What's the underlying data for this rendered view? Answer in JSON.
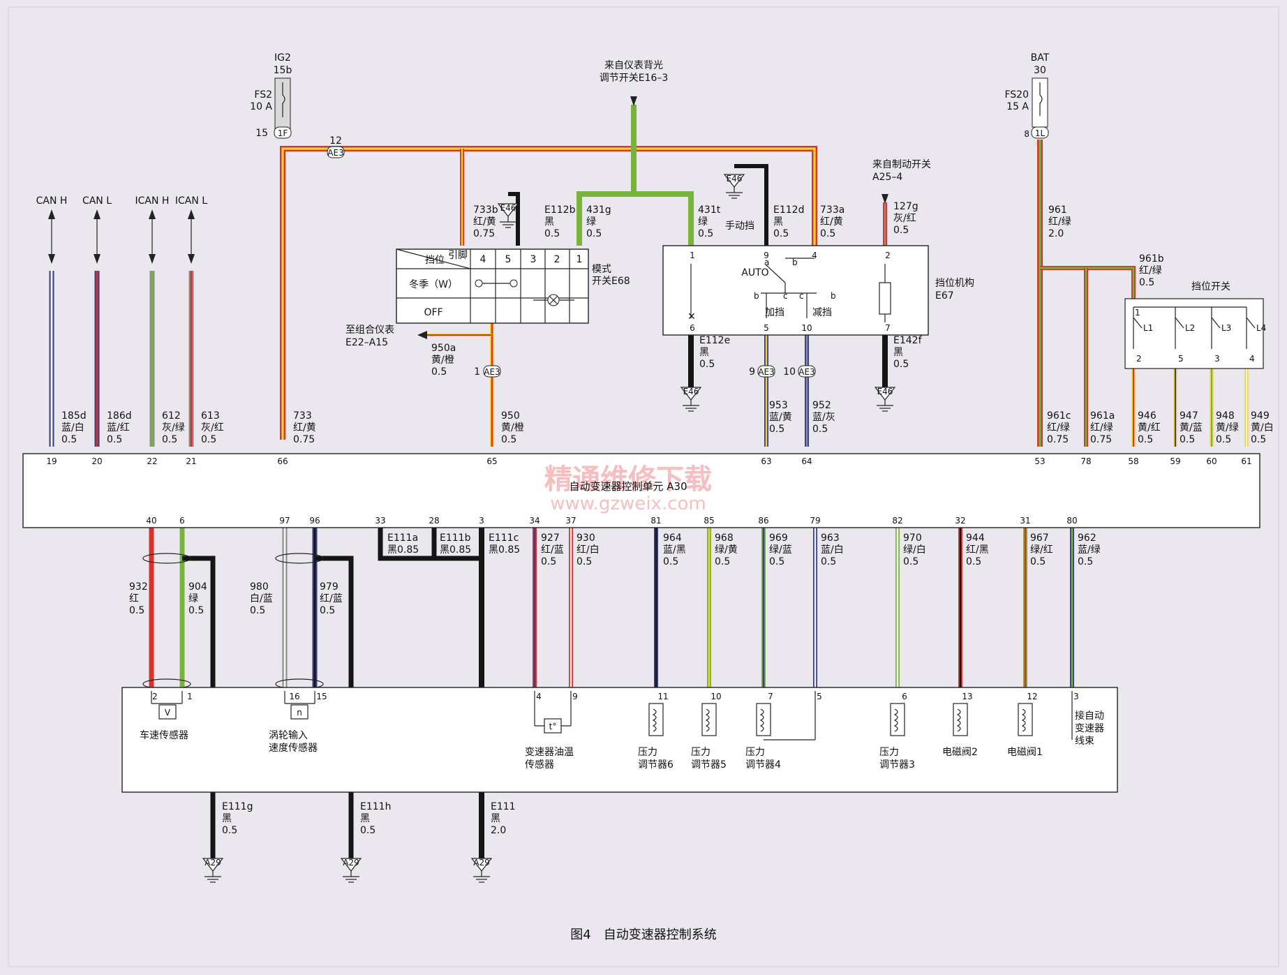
{
  "colors": {
    "background": "#ebe7ee",
    "red": "#d8322b",
    "yellow": "#f2d22e",
    "green": "#78b43c",
    "blue": "#3a3f8a",
    "black": "#151515",
    "gray": "#8c8c8c",
    "white": "#f7f7f7",
    "box_fill": "#ffffff"
  },
  "caption": "图4　自动变速器控制系统",
  "watermark": {
    "line1": "精通维修下载",
    "line2": "www.gzweix.com"
  },
  "ecu": {
    "label": "自动变速器控制单元 A30",
    "top_pins": [
      "19",
      "20",
      "22",
      "21",
      "66",
      "65",
      "63",
      "64",
      "53",
      "78",
      "58",
      "59",
      "60",
      "61"
    ],
    "bottom_pins": [
      "40",
      "6",
      "97",
      "96",
      "33",
      "28",
      "3",
      "34",
      "37",
      "81",
      "85",
      "86",
      "79",
      "82",
      "32",
      "31",
      "80"
    ]
  },
  "can": {
    "labels": [
      "CAN H",
      "CAN L",
      "ICAN H",
      "ICAN L"
    ],
    "wires": [
      {
        "num": "185d",
        "color": "蓝/白",
        "size": "0.5"
      },
      {
        "num": "186d",
        "color": "蓝/红",
        "size": "0.5"
      },
      {
        "num": "612",
        "color": "灰/绿",
        "size": "0.5"
      },
      {
        "num": "613",
        "color": "灰/红",
        "size": "0.5"
      }
    ]
  },
  "fuses": {
    "fs2": {
      "src": "IG2",
      "src_pin": "15b",
      "name": "FS2",
      "rating": "10 A",
      "pin": "15",
      "tag": "1F"
    },
    "fs20": {
      "src": "BAT",
      "src_pin": "30",
      "name": "FS20",
      "rating": "15 A",
      "pin": "8",
      "tag": "1L"
    }
  },
  "connectors": {
    "ae3": "AE3",
    "ae3_pins": [
      "12",
      "1",
      "9",
      "10"
    ]
  },
  "mode_switch": {
    "name": "模式\n开关E68",
    "header_pin": "引脚",
    "header_pos": "挡位",
    "pins": [
      "4",
      "5",
      "3",
      "2",
      "1"
    ],
    "rows": [
      "冬季（W）",
      "OFF"
    ],
    "to_cluster": "至组合仪表\nE22–A15"
  },
  "backlight_source": "来自仪表背光\n调节开关E16–3",
  "brake_source": "来自制动开关\nA25–4",
  "selector": {
    "name": "挡位机构\nE67",
    "manual": "手动挡",
    "auto": "AUTO",
    "up": "加挡",
    "down": "减挡",
    "pins": [
      "1",
      "9",
      "4",
      "6",
      "5",
      "10",
      "2",
      "7"
    ],
    "contact_letters": [
      "a",
      "b",
      "c"
    ]
  },
  "gear_switch": {
    "name": "挡位开关",
    "switches": [
      "L1",
      "L2",
      "L3",
      "L4"
    ],
    "pins": [
      "1",
      "2",
      "5",
      "3",
      "4"
    ]
  },
  "grounds": {
    "e46": "E46",
    "a29": "A29"
  },
  "top_wires": [
    {
      "num": "733b",
      "color": "红/黄",
      "size": "0.75"
    },
    {
      "num": "E112b",
      "color": "黑",
      "size": "0.5"
    },
    {
      "num": "431g",
      "color": "绿",
      "size": "0.5"
    },
    {
      "num": "431t",
      "color": "绿",
      "size": "0.5"
    },
    {
      "num": "E112d",
      "color": "黑",
      "size": "0.5"
    },
    {
      "num": "733a",
      "color": "红/黄",
      "size": "0.5"
    },
    {
      "num": "127g",
      "color": "灰/红",
      "size": "0.5"
    },
    {
      "num": "961",
      "color": "红/绿",
      "size": "2.0"
    },
    {
      "num": "961b",
      "color": "红/绿",
      "size": "0.5"
    },
    {
      "num": "950a",
      "color": "黄/橙",
      "size": "0.5"
    },
    {
      "num": "E112e",
      "color": "黑",
      "size": "0.5"
    },
    {
      "num": "E142f",
      "color": "黑",
      "size": "0.5"
    },
    {
      "num": "733",
      "color": "红/黄",
      "size": "0.75"
    },
    {
      "num": "950",
      "color": "黄/橙",
      "size": "0.5"
    },
    {
      "num": "953",
      "color": "蓝/黄",
      "size": "0.5"
    },
    {
      "num": "952",
      "color": "蓝/灰",
      "size": "0.5"
    },
    {
      "num": "961c",
      "color": "红/绿",
      "size": "0.75"
    },
    {
      "num": "961a",
      "color": "红/绿",
      "size": "0.75"
    },
    {
      "num": "946",
      "color": "黄/红",
      "size": "0.5"
    },
    {
      "num": "947",
      "color": "黄/蓝",
      "size": "0.5"
    },
    {
      "num": "948",
      "color": "黄/绿",
      "size": "0.5"
    },
    {
      "num": "949",
      "color": "黄/白",
      "size": "0.5"
    }
  ],
  "bottom_wires": [
    {
      "num": "932",
      "color": "红",
      "size": "0.5"
    },
    {
      "num": "904",
      "color": "绿",
      "size": "0.5"
    },
    {
      "num": "980",
      "color": "白/蓝",
      "size": "0.5"
    },
    {
      "num": "979",
      "color": "红/蓝",
      "size": "0.5"
    },
    {
      "num": "E111a",
      "color": "黑",
      "size": "0.85"
    },
    {
      "num": "E111b",
      "color": "黑",
      "size": "0.85"
    },
    {
      "num": "E111c",
      "color": "黑",
      "size": "0.85"
    },
    {
      "num": "927",
      "color": "红/蓝",
      "size": "0.5"
    },
    {
      "num": "930",
      "color": "红/白",
      "size": "0.5"
    },
    {
      "num": "964",
      "color": "蓝/黑",
      "size": "0.5"
    },
    {
      "num": "968",
      "color": "绿/黄",
      "size": "0.5"
    },
    {
      "num": "969",
      "color": "绿/蓝",
      "size": "0.5"
    },
    {
      "num": "963",
      "color": "蓝/白",
      "size": "0.5"
    },
    {
      "num": "970",
      "color": "绿/白",
      "size": "0.5"
    },
    {
      "num": "944",
      "color": "红/黑",
      "size": "0.5"
    },
    {
      "num": "967",
      "color": "绿/红",
      "size": "0.5"
    },
    {
      "num": "962",
      "color": "蓝/绿",
      "size": "0.5"
    },
    {
      "num": "E111g",
      "color": "黑",
      "size": "0.5"
    },
    {
      "num": "E111h",
      "color": "黑",
      "size": "0.5"
    },
    {
      "num": "E111",
      "color": "黑",
      "size": "2.0"
    }
  ],
  "harness": {
    "label": "接自动\n变速器\n线束",
    "components": [
      {
        "name": "车速传感器",
        "pins": [
          "2",
          "1"
        ],
        "symbol": "V"
      },
      {
        "name": "涡轮输入\n速度传感器",
        "pins": [
          "16",
          "15"
        ],
        "symbol": "n"
      },
      {
        "name": "变速器油温\n传感器",
        "pins": [
          "4",
          "9"
        ],
        "symbol": "t°"
      },
      {
        "name": "压力\n调节器6",
        "pin": "11"
      },
      {
        "name": "压力\n调节器5",
        "pin": "10"
      },
      {
        "name": "压力\n调节器4",
        "pin": "7"
      },
      {
        "name": "压力\n调节器3",
        "pin": "6"
      },
      {
        "name": "电磁阀2",
        "pin": "13"
      },
      {
        "name": "电磁阀1",
        "pin": "12"
      }
    ],
    "extra_pins": [
      "5",
      "3"
    ]
  }
}
